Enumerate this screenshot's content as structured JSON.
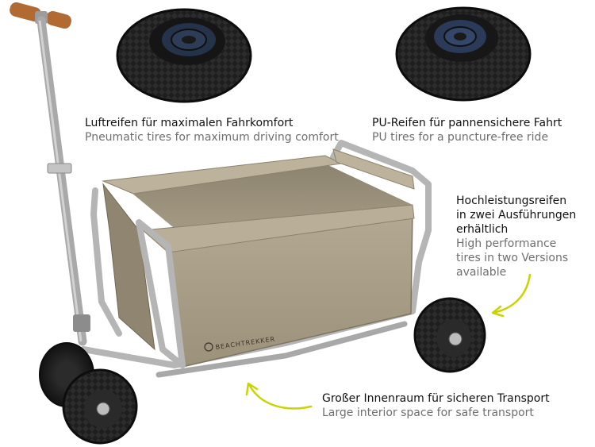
{
  "captions": {
    "pneumatic": {
      "de": "Luftreifen für maximalen Fahrkomfort",
      "en": "Pneumatic tires for maximum driving comfort"
    },
    "pu": {
      "de": "PU-Reifen für pannensichere Fahrt",
      "en": "PU tires for a puncture-free ride"
    },
    "high_performance": {
      "de_lines": [
        "Hochleistungsreifen",
        "in zwei Ausführungen",
        "erhältlich"
      ],
      "en_lines": [
        "High performance",
        "tires in two Versions",
        "available"
      ]
    },
    "interior": {
      "de": "Großer Innenraum für sicheren Transport",
      "en": "Large interior space for safe transport"
    }
  },
  "brand_label": "BEACHTREKKER",
  "colors": {
    "accent_arrow": "#c9d400",
    "fabric": "#a99f8a",
    "frame": "#b9b9b9",
    "tire": "#1c1c1c",
    "handle_wood": "#b06a32"
  }
}
